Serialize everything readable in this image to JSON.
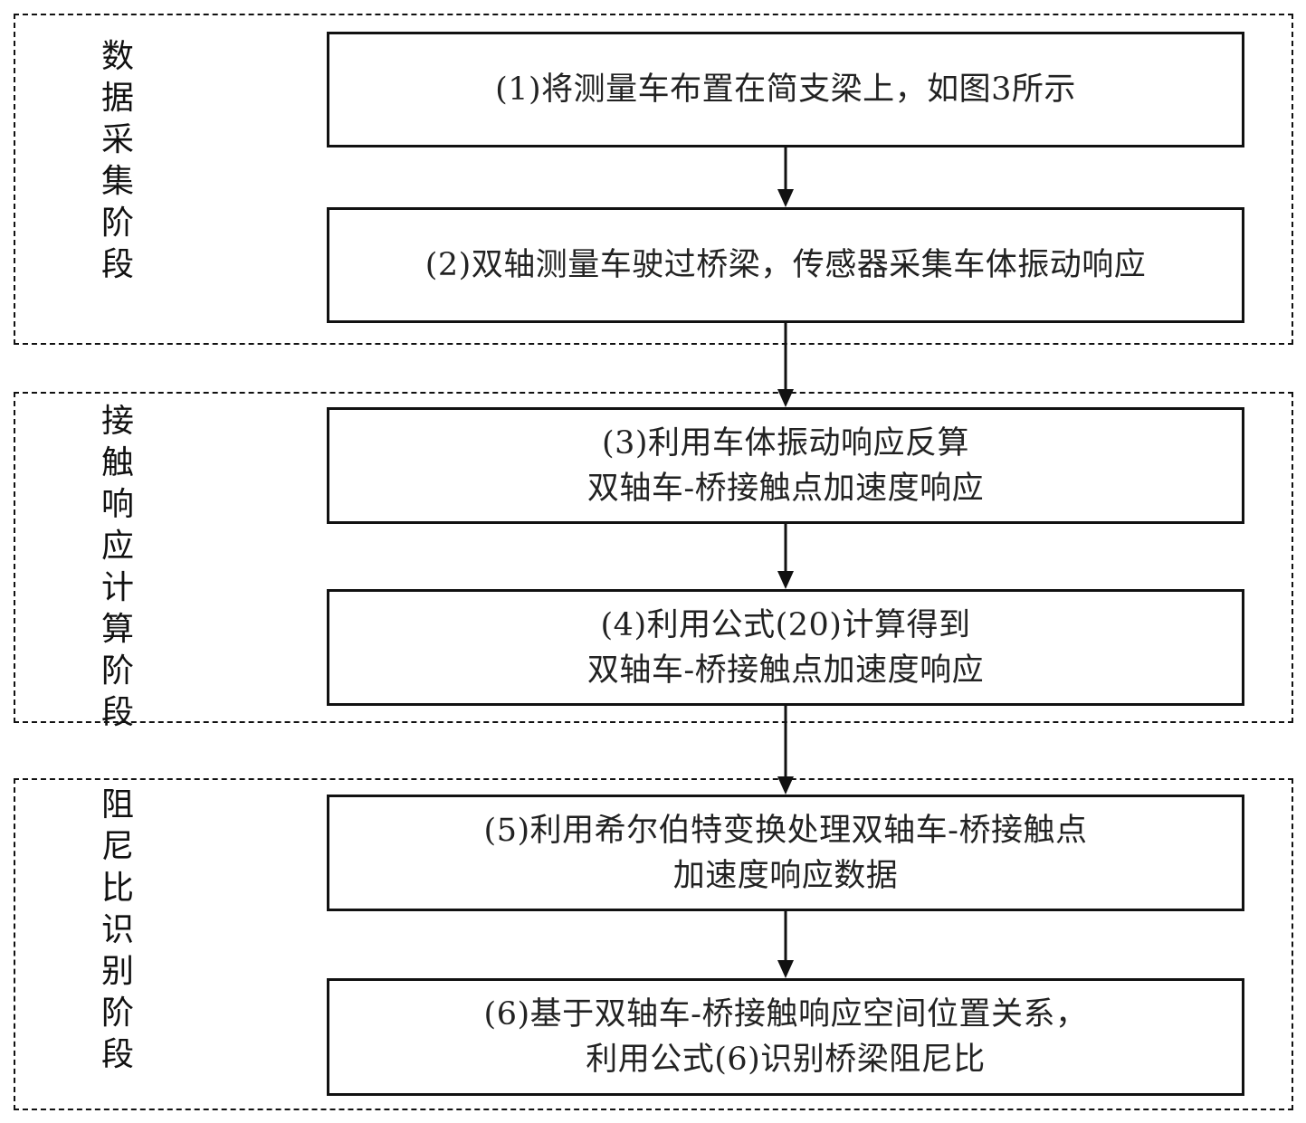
{
  "diagram": {
    "type": "flowchart",
    "stages": [
      {
        "id": "data-collection",
        "label": "数据采集阶段",
        "steps": [
          {
            "id": "step-1",
            "lines": [
              "(1)将测量车布置在简支梁上，如图3所示"
            ]
          },
          {
            "id": "step-2",
            "lines": [
              "(2)双轴测量车驶过桥梁，传感器采集车体振动响应"
            ]
          }
        ]
      },
      {
        "id": "contact-response-calculation",
        "label": "接触响应计算阶段",
        "steps": [
          {
            "id": "step-3",
            "lines": [
              "(3)利用车体振动响应反算",
              "双轴车-桥接触点加速度响应"
            ]
          },
          {
            "id": "step-4",
            "lines": [
              "(4)利用公式(20)计算得到",
              "双轴车-桥接触点加速度响应"
            ]
          }
        ]
      },
      {
        "id": "damping-ratio-identification",
        "label": "阻尼比识别阶段",
        "steps": [
          {
            "id": "step-5",
            "lines": [
              "(5)利用希尔伯特变换处理双轴车-桥接触点",
              "加速度响应数据"
            ]
          },
          {
            "id": "step-6",
            "lines": [
              "(6)基于双轴车-桥接触响应空间位置关系，",
              "利用公式(6)识别桥梁阻尼比"
            ]
          }
        ]
      }
    ],
    "edges": [
      {
        "from": "step-1",
        "to": "step-2"
      },
      {
        "from": "step-2",
        "to": "step-3"
      },
      {
        "from": "step-3",
        "to": "step-4"
      },
      {
        "from": "step-4",
        "to": "step-5"
      },
      {
        "from": "step-5",
        "to": "step-6"
      }
    ]
  }
}
